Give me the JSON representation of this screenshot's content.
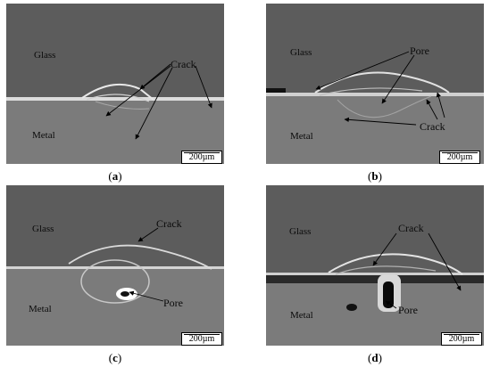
{
  "panels": [
    {
      "caption": "a",
      "labels": {
        "glass": "Glass",
        "metal": "Metal",
        "crack": "Crack"
      },
      "scale": "200µm"
    },
    {
      "caption": "b",
      "labels": {
        "glass": "Glass",
        "metal": "Metal",
        "crack": "Crack",
        "pore": "Pore"
      },
      "scale": "200µm"
    },
    {
      "caption": "c",
      "labels": {
        "glass": "Glass",
        "metal": "Metal",
        "crack": "Crack",
        "pore": "Pore"
      },
      "scale": "200µm"
    },
    {
      "caption": "d",
      "labels": {
        "glass": "Glass",
        "metal": "Metal",
        "crack": "Crack",
        "pore": "Pore"
      },
      "scale": "200µm"
    }
  ],
  "colors": {
    "glass": "#5c5c5c",
    "metal": "#7b7b7b",
    "interface": "#dcdcdc",
    "arrow": "#ffffff"
  }
}
